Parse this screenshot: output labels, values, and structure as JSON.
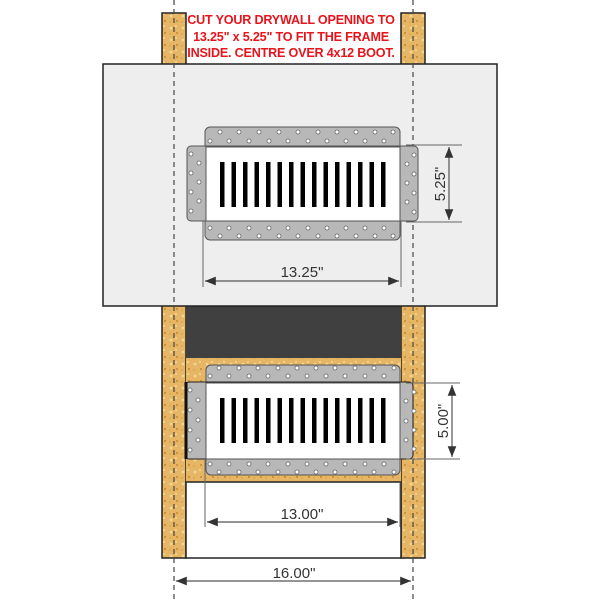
{
  "instruction_note": {
    "lines": [
      "CUT YOUR DRYWALL OPENING TO",
      "13.25\" x 5.25\" TO FIT THE FRAME",
      "INSIDE. CENTRE OVER 4x12 BOOT."
    ],
    "color": "#e8141c"
  },
  "upper_view": {
    "label": "drywall with vent frame installed",
    "width_dimension": "13.25\"",
    "height_dimension": "5.25\"",
    "slot_count": 15
  },
  "lower_view": {
    "label": "framing with vent frame",
    "width_dimension": "13.00\"",
    "height_dimension": "5.00\"",
    "slot_count": 15
  },
  "stud_spacing": {
    "dimension": "16.00\""
  },
  "colors": {
    "drywall": "#eeeeee",
    "wood": "#e7b664",
    "dark_boot": "#404040",
    "plate": "#b8b8b8",
    "grille": "#ffffff",
    "slot": "#000000",
    "dimension_line": "#555555"
  }
}
